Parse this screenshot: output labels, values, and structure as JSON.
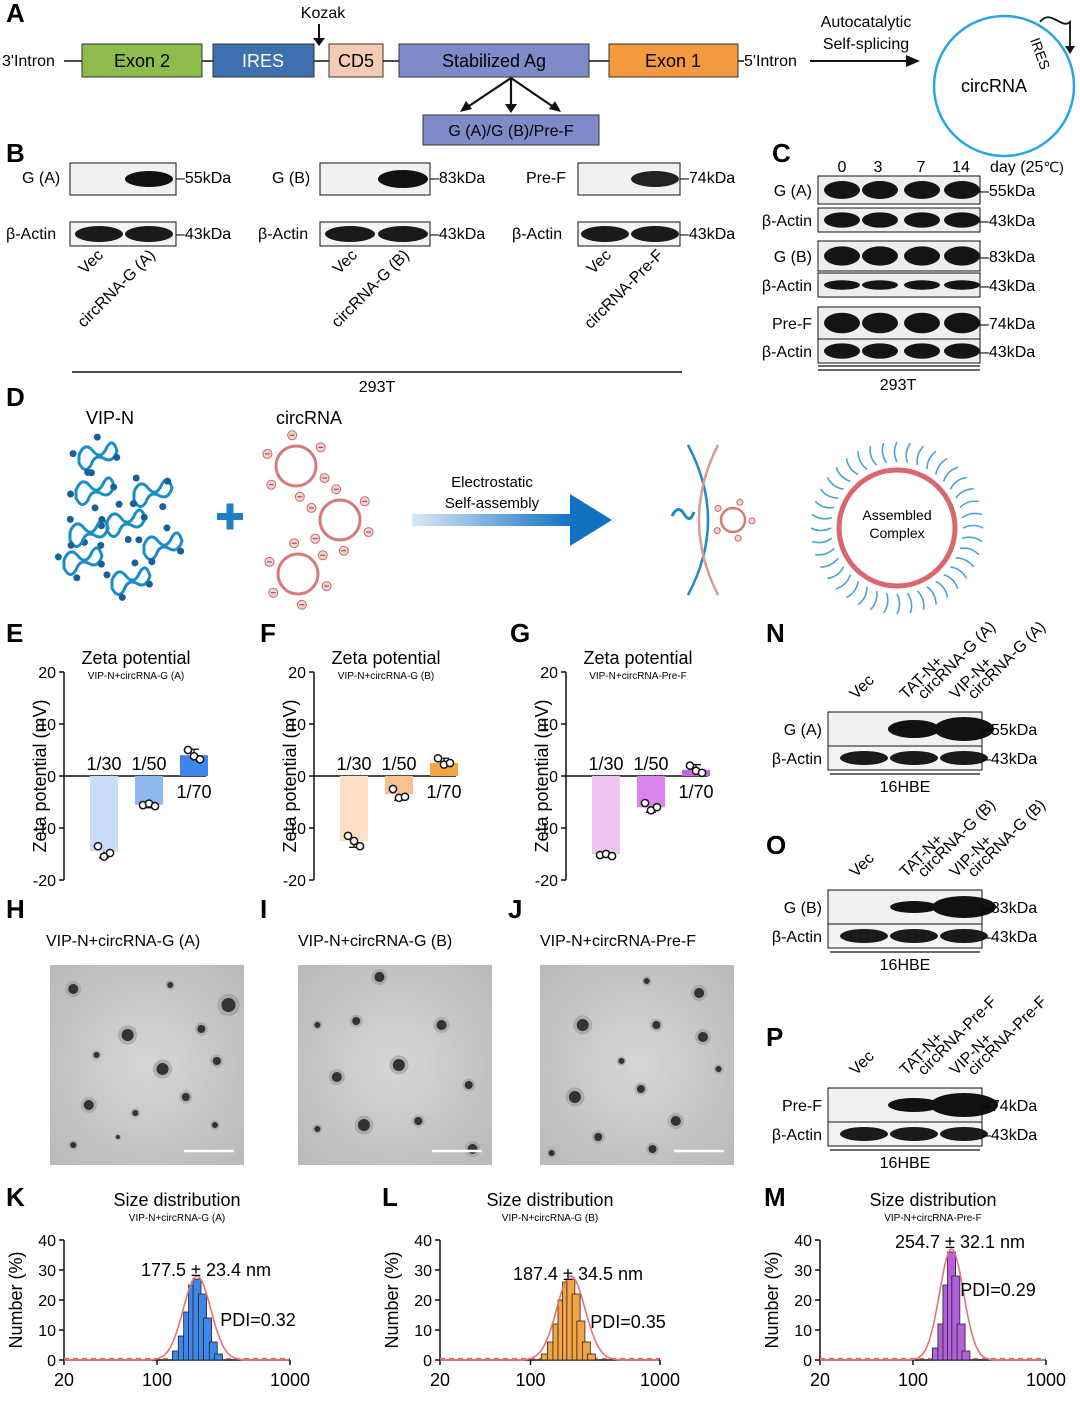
{
  "panels": {
    "A": "A",
    "B": "B",
    "C": "C",
    "D": "D",
    "E": "E",
    "F": "F",
    "G": "G",
    "H": "H",
    "I": "I",
    "J": "J",
    "K": "K",
    "L": "L",
    "M": "M",
    "N": "N",
    "O": "O",
    "P": "P"
  },
  "construct": {
    "left_end": "3'Intron",
    "right_end": "5'Intron",
    "kozak": "Kozak",
    "segments": [
      {
        "label": "Exon 2",
        "color": "#8dbb4c"
      },
      {
        "label": "IRES",
        "color": "#3e6fae"
      },
      {
        "label": "CD5",
        "color": "#f6cbb3"
      },
      {
        "label": "Stabilized Ag",
        "color": "#7f8bc9"
      },
      {
        "label": "Exon 1",
        "color": "#f39a3f"
      }
    ],
    "antigens": "G (A)/G (B)/Pre-F",
    "splice_line1": "Autocatalytic",
    "splice_line2": "Self-splicing",
    "circ_label": "circRNA",
    "circ_ires": "IRES"
  },
  "blotB": {
    "blots": [
      {
        "target": "G (A)",
        "target_kda": "55kDa",
        "loading": "β-Actin",
        "loading_kda": "43kDa",
        "lanes": [
          "Vec",
          "circRNA-G (A)"
        ]
      },
      {
        "target": "G (B)",
        "target_kda": "83kDa",
        "loading": "β-Actin",
        "loading_kda": "43kDa",
        "lanes": [
          "Vec",
          "circRNA-G (B)"
        ]
      },
      {
        "target": "Pre-F",
        "target_kda": "74kDa",
        "loading": "β-Actin",
        "loading_kda": "43kDa",
        "lanes": [
          "Vec",
          "circRNA-Pre-F"
        ]
      }
    ],
    "cell": "293T"
  },
  "blotC": {
    "days": [
      "0",
      "3",
      "7",
      "14"
    ],
    "unit": "day (25",
    "unit_end": "℃)",
    "rows": [
      {
        "label": "G (A)",
        "kda": "55kDa"
      },
      {
        "label": "β-Actin",
        "kda": "43kDa"
      },
      {
        "label": "G (B)",
        "kda": "83kDa"
      },
      {
        "label": "β-Actin",
        "kda": "43kDa"
      },
      {
        "label": "Pre-F",
        "kda": "74kDa"
      },
      {
        "label": "β-Actin",
        "kda": "43kDa"
      }
    ],
    "cell": "293T"
  },
  "assembly": {
    "vip": "VIP-N",
    "circ": "circRNA",
    "arrow_line1": "Electrostatic",
    "arrow_line2": "Self-assembly",
    "complex_line1": "Assembled",
    "complex_line2": "Complex"
  },
  "zeta": [
    {
      "title": "Zeta potential",
      "subtitle": "VIP-N+circRNA-G (A)",
      "ylabel": "Zeta potential (mV)",
      "categories": [
        "1/30",
        "1/50",
        "1/70"
      ],
      "values": [
        -14.5,
        -5.5,
        4.0
      ],
      "points": [
        [
          -13.5,
          -15.5,
          -14.8
        ],
        [
          -5.6,
          -5.3,
          -5.8
        ],
        [
          5.0,
          3.8,
          3.2
        ]
      ],
      "colors": [
        "#c9dbf6",
        "#90b8ef",
        "#3f86ea"
      ],
      "ylim": [
        -20,
        20
      ],
      "ticks": [
        20,
        10,
        0,
        -10,
        -20
      ]
    },
    {
      "title": "Zeta potential",
      "subtitle": "VIP-N+circRNA-G (B)",
      "ylabel": "Zeta potential (mV)",
      "categories": [
        "1/30",
        "1/50",
        "1/70"
      ],
      "values": [
        -12.5,
        -3.5,
        2.5
      ],
      "points": [
        [
          -11.5,
          -12.5,
          -13.5
        ],
        [
          -2.5,
          -4.2,
          -4.0
        ],
        [
          3.4,
          2.2,
          2.5
        ]
      ],
      "colors": [
        "#fde0c3",
        "#f7c190",
        "#f4a442"
      ],
      "ylim": [
        -20,
        20
      ],
      "ticks": [
        20,
        10,
        0,
        -10,
        -20
      ]
    },
    {
      "title": "Zeta potential",
      "subtitle": "VIP-N+circRNA-Pre-F",
      "ylabel": "Zeta potential (mV)",
      "categories": [
        "1/30",
        "1/50",
        "1/70"
      ],
      "values": [
        -15.0,
        -6.0,
        1.2
      ],
      "points": [
        [
          -15.2,
          -15.0,
          -15.4
        ],
        [
          -5.2,
          -6.6,
          -6.0
        ],
        [
          2.0,
          1.0,
          0.6
        ]
      ],
      "colors": [
        "#ecc3f1",
        "#d985ec",
        "#c068dc"
      ],
      "ylim": [
        -20,
        20
      ],
      "ticks": [
        20,
        10,
        0,
        -10,
        -20
      ]
    }
  ],
  "tem": [
    {
      "label": "VIP-N+circRNA-G (A)"
    },
    {
      "label": "VIP-N+circRNA-G (B)"
    },
    {
      "label": "VIP-N+circRNA-Pre-F"
    }
  ],
  "blotNOP": [
    {
      "lanes": [
        "Vec",
        "TAT-N+\ncircRNA-G (A)",
        "VIP-N+\ncircRNA-G (A)"
      ],
      "target": "G (A)",
      "target_kda": "55kDa",
      "loading": "β-Actin",
      "loading_kda": "43kDa",
      "cell": "16HBE"
    },
    {
      "lanes": [
        "Vec",
        "TAT-N+\ncircRNA-G (B)",
        "VIP-N+\ncircRNA-G (B)"
      ],
      "target": "G (B)",
      "target_kda": "83kDa",
      "loading": "β-Actin",
      "loading_kda": "43kDa",
      "cell": "16HBE"
    },
    {
      "lanes": [
        "Vec",
        "TAT-N+\ncircRNA-Pre-F",
        "VIP-N+\ncircRNA-Pre-F"
      ],
      "target": "Pre-F",
      "target_kda": "74kDa",
      "loading": "β-Actin",
      "loading_kda": "43kDa",
      "cell": "16HBE"
    }
  ],
  "chart_data": [
    {
      "type": "bar",
      "title": "Zeta potential",
      "subtitle": "VIP-N+circRNA-G (A)",
      "ylabel": "Zeta potential (mV)",
      "categories": [
        "1/30",
        "1/50",
        "1/70"
      ],
      "values": [
        -14.5,
        -5.5,
        4.0
      ],
      "ylim": [
        -20,
        20
      ]
    },
    {
      "type": "bar",
      "title": "Zeta potential",
      "subtitle": "VIP-N+circRNA-G (B)",
      "ylabel": "Zeta potential (mV)",
      "categories": [
        "1/30",
        "1/50",
        "1/70"
      ],
      "values": [
        -12.5,
        -3.5,
        2.5
      ],
      "ylim": [
        -20,
        20
      ]
    },
    {
      "type": "bar",
      "title": "Zeta potential",
      "subtitle": "VIP-N+circRNA-Pre-F",
      "ylabel": "Zeta potential (mV)",
      "categories": [
        "1/30",
        "1/50",
        "1/70"
      ],
      "values": [
        -15.0,
        -6.0,
        1.2
      ],
      "ylim": [
        -20,
        20
      ]
    },
    {
      "type": "bar",
      "title": "Size distribution",
      "subtitle": "VIP-N+circRNA-G (A)",
      "ylabel": "Number (%)",
      "x_scale": "log",
      "xlim": [
        20,
        1000
      ],
      "xticks": [
        20,
        100,
        1000
      ],
      "ylim": [
        0,
        40
      ],
      "yticks": [
        0,
        10,
        20,
        30,
        40
      ],
      "annotation": "177.5 ± 23.4 nm",
      "pdi": "PDI=0.32",
      "color": "#3f86ea",
      "x": [
        140,
        155,
        170,
        185,
        200,
        220,
        240,
        265,
        290
      ],
      "values": [
        3,
        8,
        16,
        25,
        27,
        22,
        14,
        6,
        2
      ]
    },
    {
      "type": "bar",
      "title": "Size distribution",
      "subtitle": "VIP-N+circRNA-G (B)",
      "ylabel": "Number (%)",
      "x_scale": "log",
      "xlim": [
        20,
        1000
      ],
      "xticks": [
        20,
        100,
        1000
      ],
      "ylim": [
        0,
        40
      ],
      "yticks": [
        0,
        10,
        20,
        30,
        40
      ],
      "annotation": "187.4 ± 34.5 nm",
      "pdi": "PDI=0.35",
      "color": "#f4a442",
      "x": [
        130,
        145,
        160,
        175,
        190,
        205,
        225,
        245,
        270,
        295
      ],
      "values": [
        2,
        6,
        12,
        20,
        26,
        27,
        22,
        13,
        6,
        2
      ]
    },
    {
      "type": "bar",
      "title": "Size distribution",
      "subtitle": "VIP-N+circRNA-Pre-F",
      "ylabel": "Number (%)",
      "x_scale": "log",
      "xlim": [
        20,
        1000
      ],
      "xticks": [
        20,
        100,
        1000
      ],
      "ylim": [
        0,
        40
      ],
      "yticks": [
        0,
        10,
        20,
        30,
        40
      ],
      "annotation": "254.7 ± 32.1 nm",
      "pdi": "PDI=0.29",
      "color": "#b45fdc",
      "x": [
        150,
        165,
        180,
        195,
        210,
        230,
        250
      ],
      "values": [
        4,
        12,
        25,
        36,
        28,
        12,
        3
      ]
    }
  ]
}
